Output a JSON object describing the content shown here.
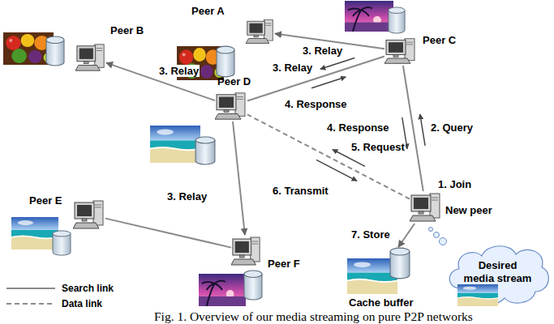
{
  "diagram": {
    "caption": "Fig. 1. Overview of our media streaming on pure P2P networks",
    "nodes": [
      {
        "text": [
          "Peer A"
        ]
      },
      {
        "text": [
          "Peer B"
        ]
      },
      {
        "text": [
          "Peer C"
        ]
      },
      {
        "text": [
          "Peer D"
        ]
      },
      {
        "text": [
          "Peer E"
        ]
      },
      {
        "text": [
          "Peer F"
        ]
      },
      {
        "text": [
          "New peer"
        ]
      },
      {
        "text": [
          "Cache buffer"
        ]
      },
      {
        "text": [
          "Desired media stream"
        ]
      }
    ],
    "edges": [
      {
        "from": 2,
        "to": 0,
        "label": "3. Relay",
        "arrow": "to"
      },
      {
        "from": 3,
        "to": 1,
        "label": "3. Relay",
        "arrow": "to"
      },
      {
        "from": 3,
        "to": 2,
        "arrow": "none"
      },
      {
        "from": 2,
        "to": 3,
        "label": "3. Relay",
        "arrow": "to"
      },
      {
        "from": 3,
        "to": 2,
        "label": "4. Response",
        "arrow": "to"
      },
      {
        "from": 3,
        "to": 5,
        "label": "3. Relay",
        "arrow": "to"
      },
      {
        "from": 4,
        "to": 5,
        "arrow": "none"
      },
      {
        "from": 2,
        "to": 6,
        "arrow": "none"
      },
      {
        "from": 6,
        "to": 2,
        "label": "2. Query",
        "arrow": "to"
      },
      {
        "from": 2,
        "to": 6,
        "label": "4. Response",
        "arrow": "to"
      },
      {
        "from": 6,
        "to": 3,
        "arrow": "none"
      },
      {
        "from": 6,
        "to": 3,
        "label": "5. Request",
        "arrow": "to"
      },
      {
        "from": 3,
        "to": 6,
        "label": "6. Transmit",
        "arrow": "to"
      },
      {
        "from": 6,
        "to": 7,
        "label": "7. Store",
        "arrow": "to"
      }
    ],
    "labels": [
      "1. Join"
    ],
    "legend": [
      {
        "text": "Search link"
      },
      {
        "text": "Data link"
      }
    ]
  }
}
